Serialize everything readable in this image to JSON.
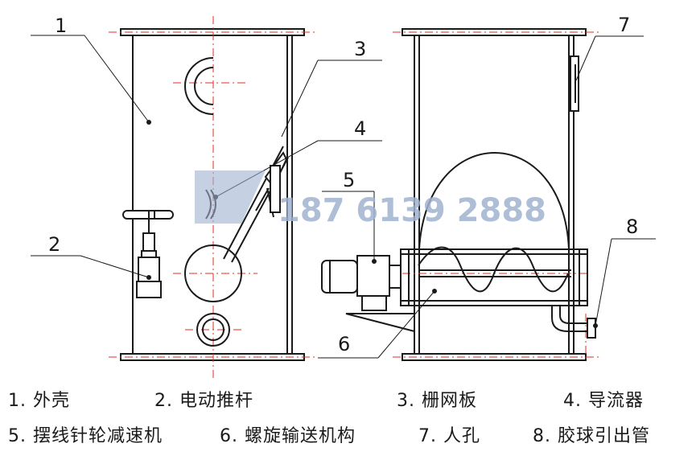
{
  "callouts": [
    "1",
    "2",
    "3",
    "4",
    "5",
    "6",
    "7",
    "8"
  ],
  "watermark": {
    "phone": "187 6139 2888"
  },
  "legend": [
    {
      "label": "1.  外壳"
    },
    {
      "label": "2.  电动推杆"
    },
    {
      "label": "3.  栅网板"
    },
    {
      "label": "4.  导流器"
    },
    {
      "label": "5.  摆线针轮减速机"
    },
    {
      "label": "6.  螺旋输送机构"
    },
    {
      "label": "7.  人孔"
    },
    {
      "label": "8.  胶球引出管"
    }
  ],
  "colors": {
    "line": "#1a1a1a",
    "centerline": "#e03020",
    "watermark": "#9fb3cf"
  }
}
